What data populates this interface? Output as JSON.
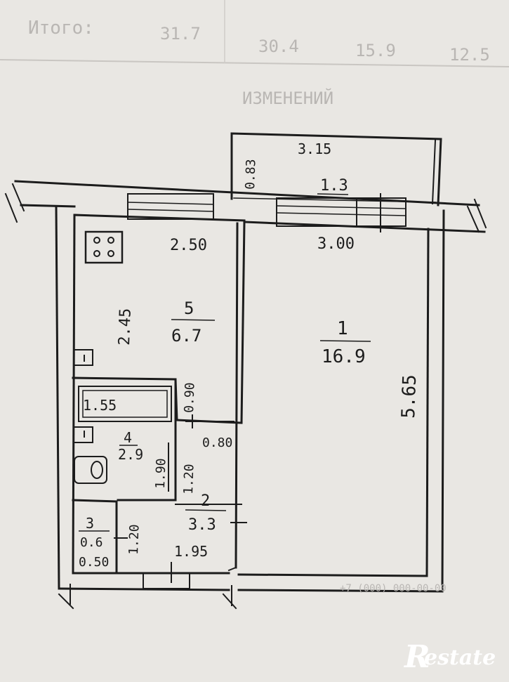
{
  "header": {
    "total_label": "Итого:",
    "totals": [
      "31.7",
      "30.4",
      "15.9",
      "12.5"
    ],
    "stamp": "ИЗМЕНЕНИЙ"
  },
  "balcony": {
    "depth": "0.83",
    "width": "3.15",
    "area": "1.3"
  },
  "rooms": [
    {
      "number": "5",
      "area": "6.7"
    },
    {
      "number": "1",
      "area": "16.9"
    },
    {
      "number": "4",
      "area": "2.9"
    },
    {
      "number": "2",
      "area": "3.3"
    },
    {
      "number": "3",
      "area": "0.6"
    }
  ],
  "dimensions": {
    "kitchen_width": "2.50",
    "kitchen_depth": "2.45",
    "living_width": "3.00",
    "living_depth": "5.65",
    "bath_tub": "1.55",
    "bath_gap": "0.90",
    "corridor_step": "0.80",
    "bath_width": "1.90",
    "bath_depth_a": "1.20",
    "hall_depth": "1.20",
    "hall_width": "1.95",
    "wc_width": "0.50"
  },
  "watermark": {
    "brand": "estate",
    "brand_initial": "R",
    "faint_text": "+7 (000) 000-00-00"
  },
  "colors": {
    "ink": "#1c1c1c",
    "paper": "#e9e7e3"
  }
}
